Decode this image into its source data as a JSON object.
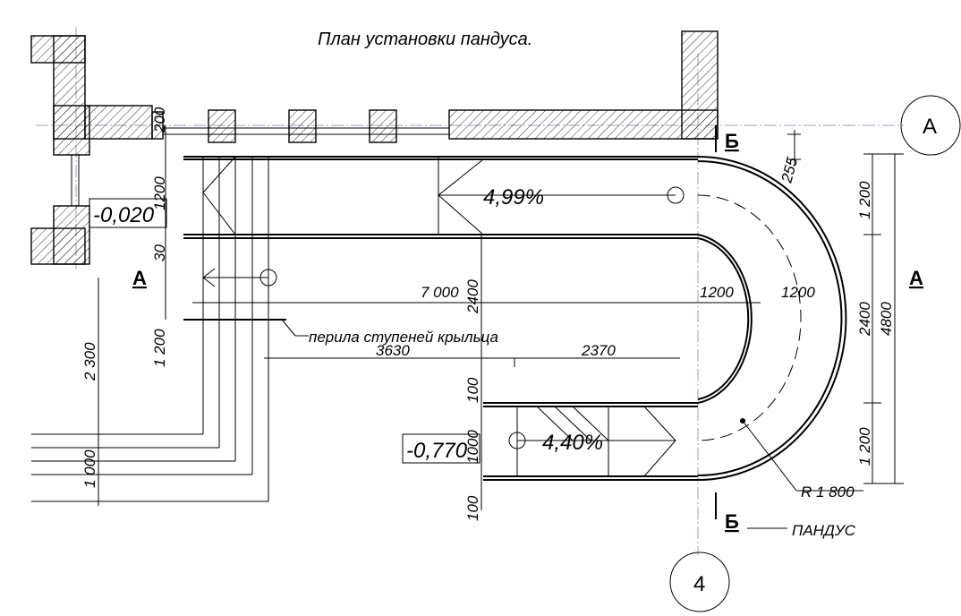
{
  "title": "План установки пандуса.",
  "axes": {
    "a": "А",
    "four": "4"
  },
  "section_marks": {
    "a_left": "А",
    "a_right": "А",
    "b_top": "Б",
    "b_bottom": "Б"
  },
  "levels": {
    "upper": "-0,020",
    "lower": "-0,770"
  },
  "slopes": {
    "upper": "4,99%",
    "lower": "4,40%"
  },
  "dimensions": {
    "d200": "200",
    "d1200a": "1200",
    "d30": "30",
    "d1200b": "1 200",
    "d7000": "7 000",
    "d2400v": "2400",
    "d3630": "3630",
    "d2370": "2370",
    "d1200h1": "1200",
    "d1200h2": "1200",
    "d255": "255",
    "r1200top": "1 200",
    "r2400": "2400",
    "r4800": "4800",
    "r1200bot": "1 200",
    "l2300": "2 300",
    "l1000": "1 000",
    "v100a": "100",
    "v1000": "1000",
    "v100b": "100"
  },
  "labels": {
    "railing": "перила ступеней крыльца",
    "radius": "R 1 800",
    "ramp": "ПАНДУС"
  }
}
